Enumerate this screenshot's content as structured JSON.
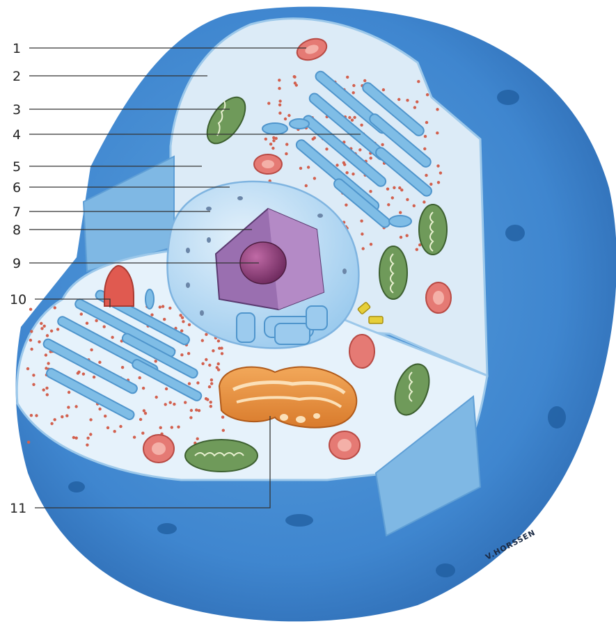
{
  "labels": [
    {
      "number": "1",
      "part": "lysosome"
    },
    {
      "number": "2",
      "part": "plasma membrane"
    },
    {
      "number": "3",
      "part": "mitochondrion"
    },
    {
      "number": "4",
      "part": "rough endoplasmic reticulum"
    },
    {
      "number": "5",
      "part": "cytoplasm"
    },
    {
      "number": "6",
      "part": "nuclear envelope"
    },
    {
      "number": "7",
      "part": "nuclear pore"
    },
    {
      "number": "8",
      "part": "chromatin"
    },
    {
      "number": "9",
      "part": "nucleolus"
    },
    {
      "number": "10",
      "part": "ribosomes"
    },
    {
      "number": "11",
      "part": "golgi apparatus"
    }
  ],
  "artist_signature": "V.HORSSEN",
  "colors": {
    "cell_outer": "#3f86cf",
    "cell_outer_dark": "#2a66ad",
    "cytoplasm": "#e3f0fa",
    "membrane_cut": "#8fc3ea",
    "er": "#7fbde6",
    "ribosome": "#d2604e",
    "mitochondrion": "#6f9a5a",
    "lysosome": "#e57a74",
    "nucleus": "#c9e2f5",
    "chromatin": "#8a5a9a",
    "nucleolus": "#8c3a78",
    "golgi": "#e6913f",
    "centriole": "#e6cf3a"
  }
}
